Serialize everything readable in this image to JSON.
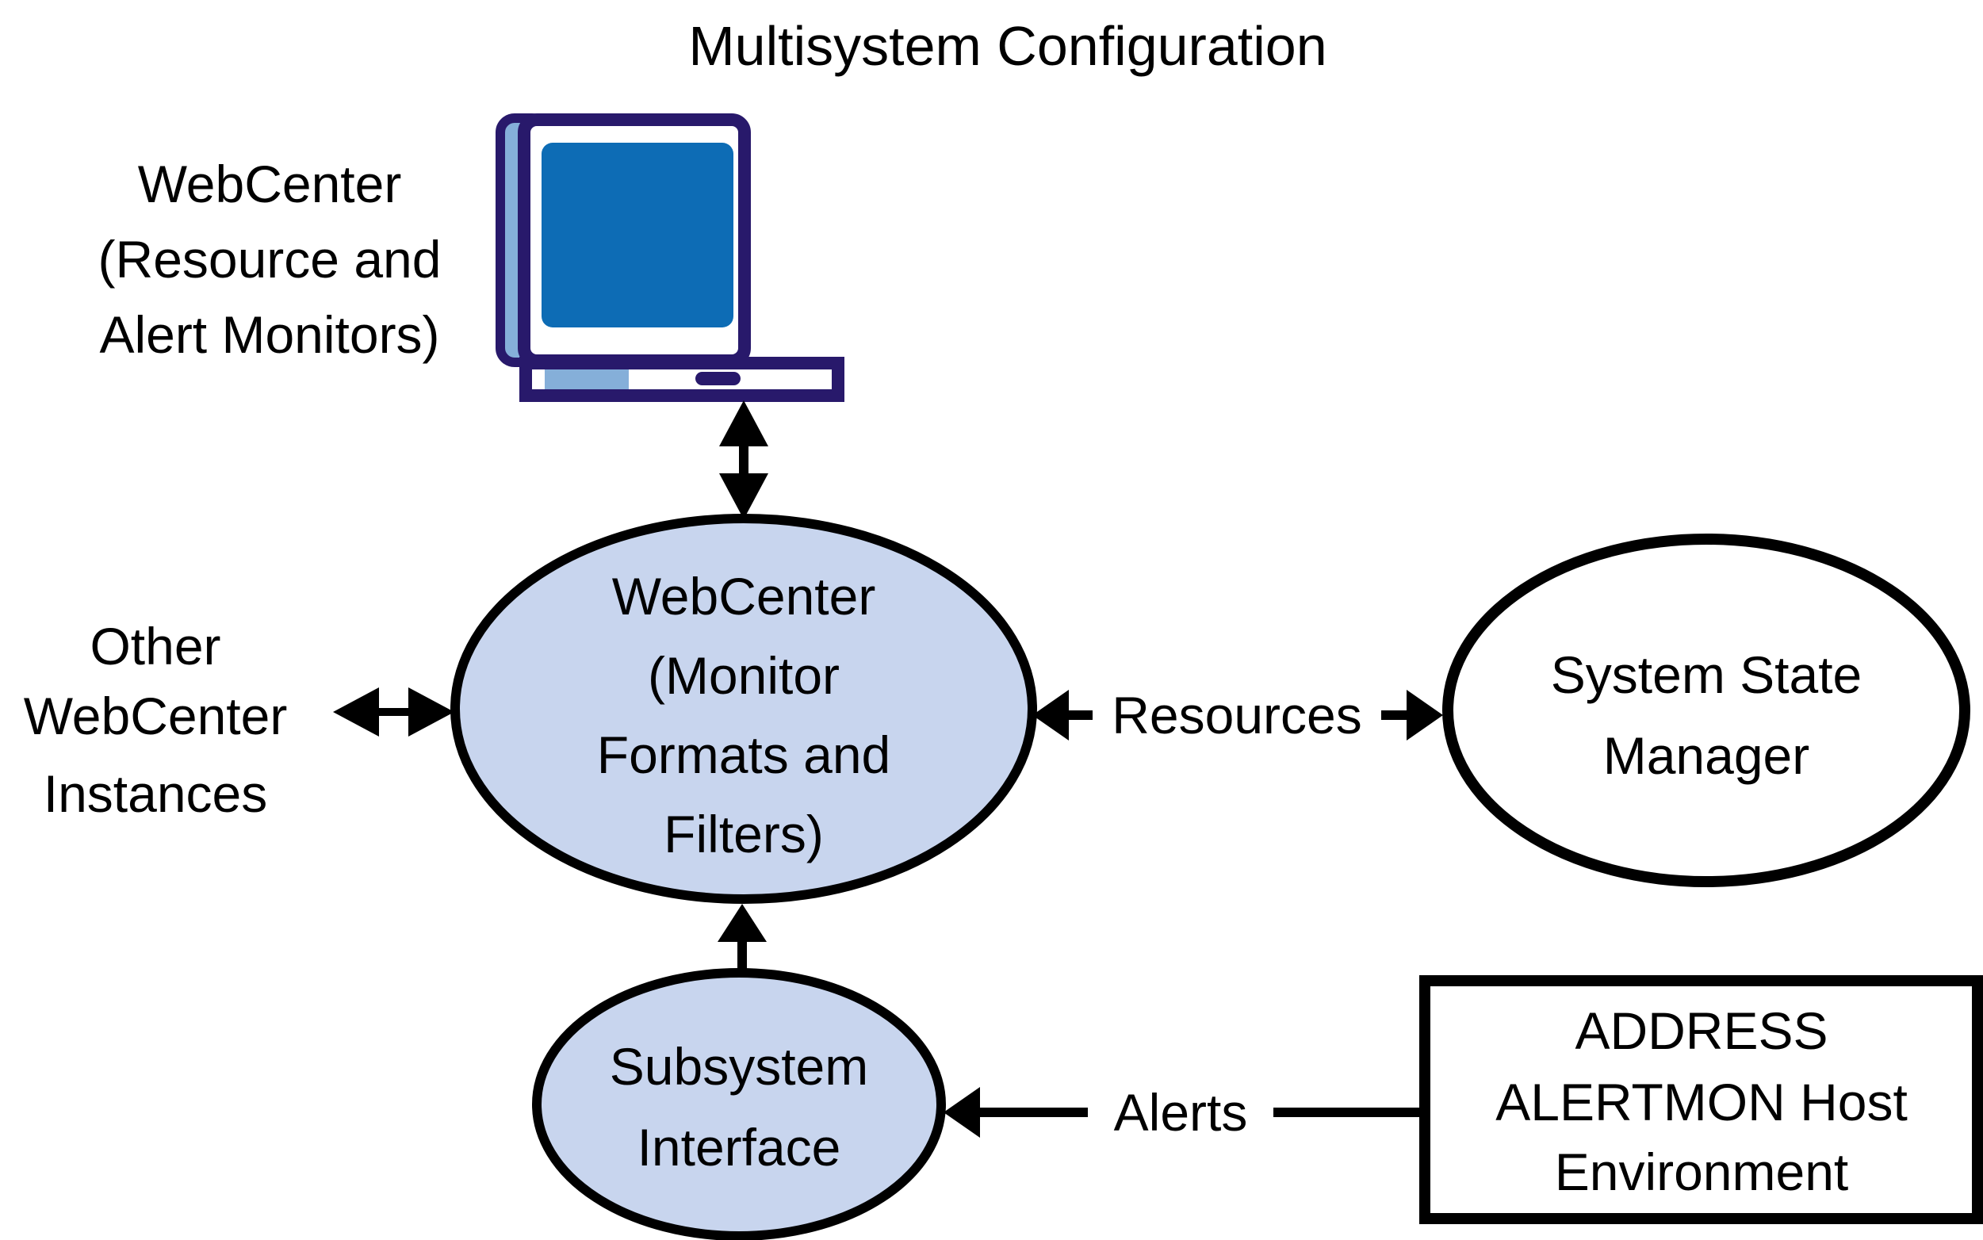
{
  "title": "Multisystem Configuration",
  "colors": {
    "navy": "#28196B",
    "screen_blue": "#0D6CB5",
    "light_blue": "#85AFD9",
    "node_fill": "#C8D5EE",
    "node_stroke": "#000000",
    "background": "#FFFFFF"
  },
  "nodes": {
    "laptop_label": {
      "lines": [
        "WebCenter",
        "(Resource and",
        "Alert Monitors)"
      ]
    },
    "other_instances": {
      "lines": [
        "Other",
        "WebCenter",
        "Instances"
      ]
    },
    "webcenter_monitor": {
      "lines": [
        "WebCenter",
        "(Monitor",
        "Formats and",
        "Filters)"
      ]
    },
    "system_state_manager": {
      "lines": [
        "System State",
        "Manager"
      ]
    },
    "subsystem_interface": {
      "lines": [
        "Subsystem",
        "Interface"
      ]
    },
    "alertmon_host": {
      "lines": [
        "ADDRESS",
        "ALERTMON Host",
        "Environment"
      ]
    }
  },
  "edges": {
    "resources_label": "Resources",
    "alerts_label": "Alerts"
  }
}
